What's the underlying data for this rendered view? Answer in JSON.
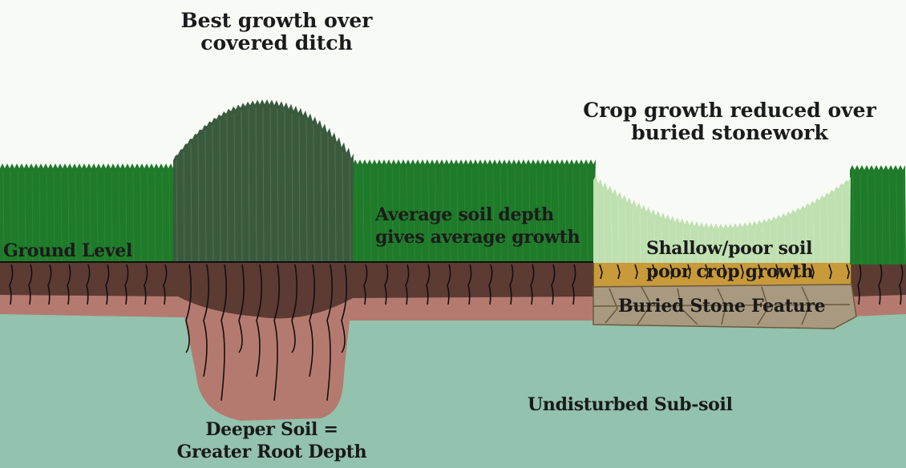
{
  "labels": {
    "ditch_title_line1": "Best growth over",
    "ditch_title_line2": "covered ditch",
    "stone_title_line1": "Crop growth reduced over",
    "stone_title_line2": "buried stonework",
    "ground_level": "Ground Level",
    "average_line1": "Average soil depth",
    "average_line2": "gives average growth",
    "shallow_line1": "Shallow/poor soil",
    "shallow_line2": "poor crop growth",
    "buried_stone": "Buried Stone Feature",
    "subsoil": "Undisturbed Sub-soil",
    "deeper_line1": "Deeper Soil =",
    "deeper_line2": "Greater Root Depth"
  },
  "colors": {
    "sky": "#f8faf5",
    "crop": "#1f7a2a",
    "crop_dark": "#3a5a3e",
    "crop_pale": "#bfe0b0",
    "topsoil": "#5c3b33",
    "subsoil_band": "#b57a6f",
    "undisturbed_subsoil": "#93c2ae",
    "stone_soil": "#c99a3a",
    "stone": "#a89a80"
  }
}
